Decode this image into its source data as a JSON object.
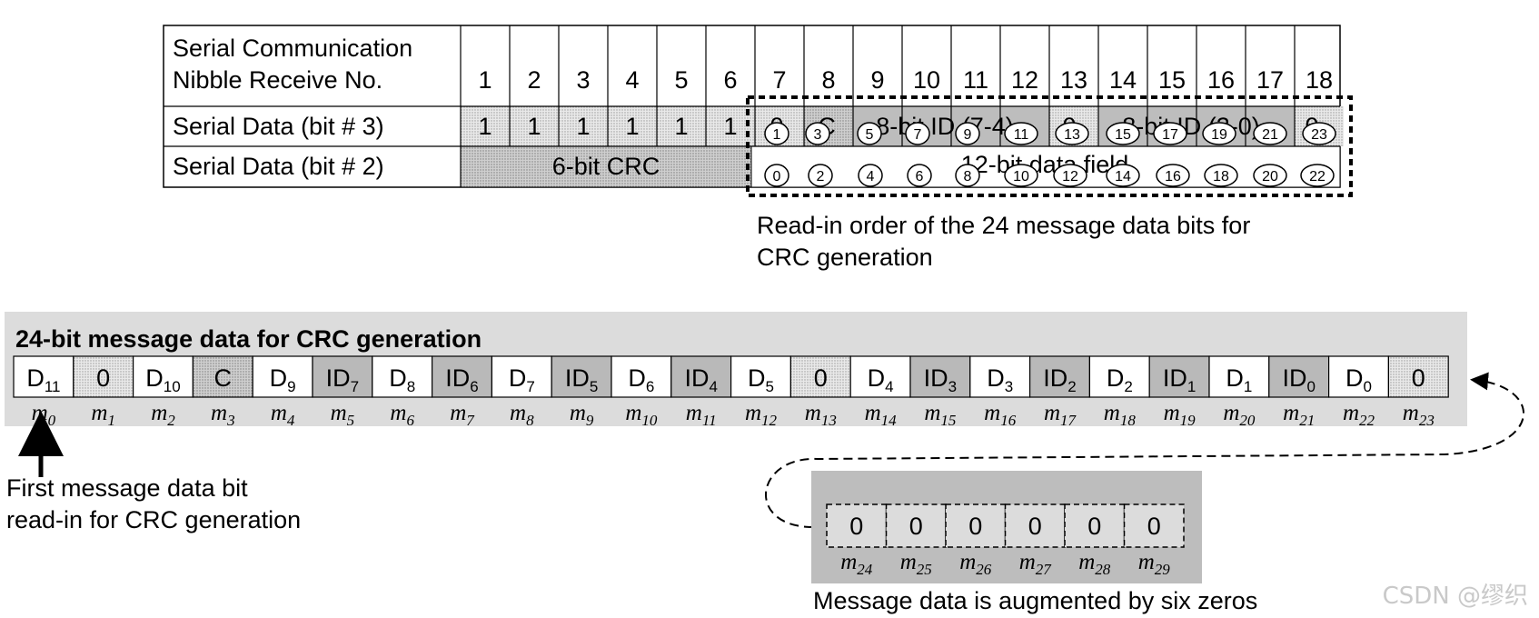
{
  "top_table": {
    "header_label_1": "Serial Communication",
    "header_label_2": "Nibble Receive No.",
    "columns": [
      "1",
      "2",
      "3",
      "4",
      "5",
      "6",
      "7",
      "8",
      "9",
      "10",
      "11",
      "12",
      "13",
      "14",
      "15",
      "16",
      "17",
      "18"
    ],
    "row_bit3_label": "Serial Data (bit # 3)",
    "row_bit2_label": "Serial Data (bit # 2)",
    "bit3_values": [
      "1",
      "1",
      "1",
      "1",
      "1",
      "1"
    ],
    "bit3_fields": [
      "0",
      "C",
      "8-bit  ID (7-4)",
      "0",
      "8-bit  ID (3-0)",
      "0"
    ],
    "crc_label": "6-bit CRC",
    "data_field_label": "12-bit data field",
    "odd_order": [
      "1",
      "3",
      "5",
      "7",
      "9",
      "11",
      "13",
      "15",
      "17",
      "19",
      "21",
      "23"
    ],
    "even_order": [
      "0",
      "2",
      "4",
      "6",
      "8",
      "10",
      "12",
      "14",
      "16",
      "18",
      "20",
      "22"
    ],
    "caption_line1": "Read-in order of the 24 message data bits for",
    "caption_line2": "CRC generation"
  },
  "message": {
    "title": "24-bit message data for CRC generation",
    "cells": [
      {
        "base": "D",
        "sub": "11",
        "type": "data"
      },
      {
        "base": "0",
        "sub": "",
        "type": "zero"
      },
      {
        "base": "D",
        "sub": "10",
        "type": "data"
      },
      {
        "base": "C",
        "sub": "",
        "type": "c"
      },
      {
        "base": "D",
        "sub": "9",
        "type": "data"
      },
      {
        "base": "ID",
        "sub": "7",
        "type": "id"
      },
      {
        "base": "D",
        "sub": "8",
        "type": "data"
      },
      {
        "base": "ID",
        "sub": "6",
        "type": "id"
      },
      {
        "base": "D",
        "sub": "7",
        "type": "data"
      },
      {
        "base": "ID",
        "sub": "5",
        "type": "id"
      },
      {
        "base": "D",
        "sub": "6",
        "type": "data"
      },
      {
        "base": "ID",
        "sub": "4",
        "type": "id"
      },
      {
        "base": "D",
        "sub": "5",
        "type": "data"
      },
      {
        "base": "0",
        "sub": "",
        "type": "zero"
      },
      {
        "base": "D",
        "sub": "4",
        "type": "data"
      },
      {
        "base": "ID",
        "sub": "3",
        "type": "id"
      },
      {
        "base": "D",
        "sub": "3",
        "type": "data"
      },
      {
        "base": "ID",
        "sub": "2",
        "type": "id"
      },
      {
        "base": "D",
        "sub": "2",
        "type": "data"
      },
      {
        "base": "ID",
        "sub": "1",
        "type": "id"
      },
      {
        "base": "D",
        "sub": "1",
        "type": "data"
      },
      {
        "base": "ID",
        "sub": "0",
        "type": "id"
      },
      {
        "base": "D",
        "sub": "0",
        "type": "data"
      },
      {
        "base": "0",
        "sub": "",
        "type": "zero"
      }
    ],
    "index_letter": "m",
    "indices": [
      "0",
      "1",
      "2",
      "3",
      "4",
      "5",
      "6",
      "7",
      "8",
      "9",
      "10",
      "11",
      "12",
      "13",
      "14",
      "15",
      "16",
      "17",
      "18",
      "19",
      "20",
      "21",
      "22",
      "23"
    ],
    "first_bit_line1": "First message data bit",
    "first_bit_line2": "read-in for CRC generation"
  },
  "augment": {
    "values": [
      "0",
      "0",
      "0",
      "0",
      "0",
      "0"
    ],
    "indices": [
      "24",
      "25",
      "26",
      "27",
      "28",
      "29"
    ],
    "caption": "Message data is augmented by six zeros"
  },
  "watermark": "CSDN @缪织",
  "colors": {
    "light_fill": "#e4e4e4",
    "dot_fill": "#d2d2d2",
    "id_fill": "#b9b9b9",
    "panel_fill": "#dcdcdc",
    "augment_panel": "#bdbdbd"
  }
}
